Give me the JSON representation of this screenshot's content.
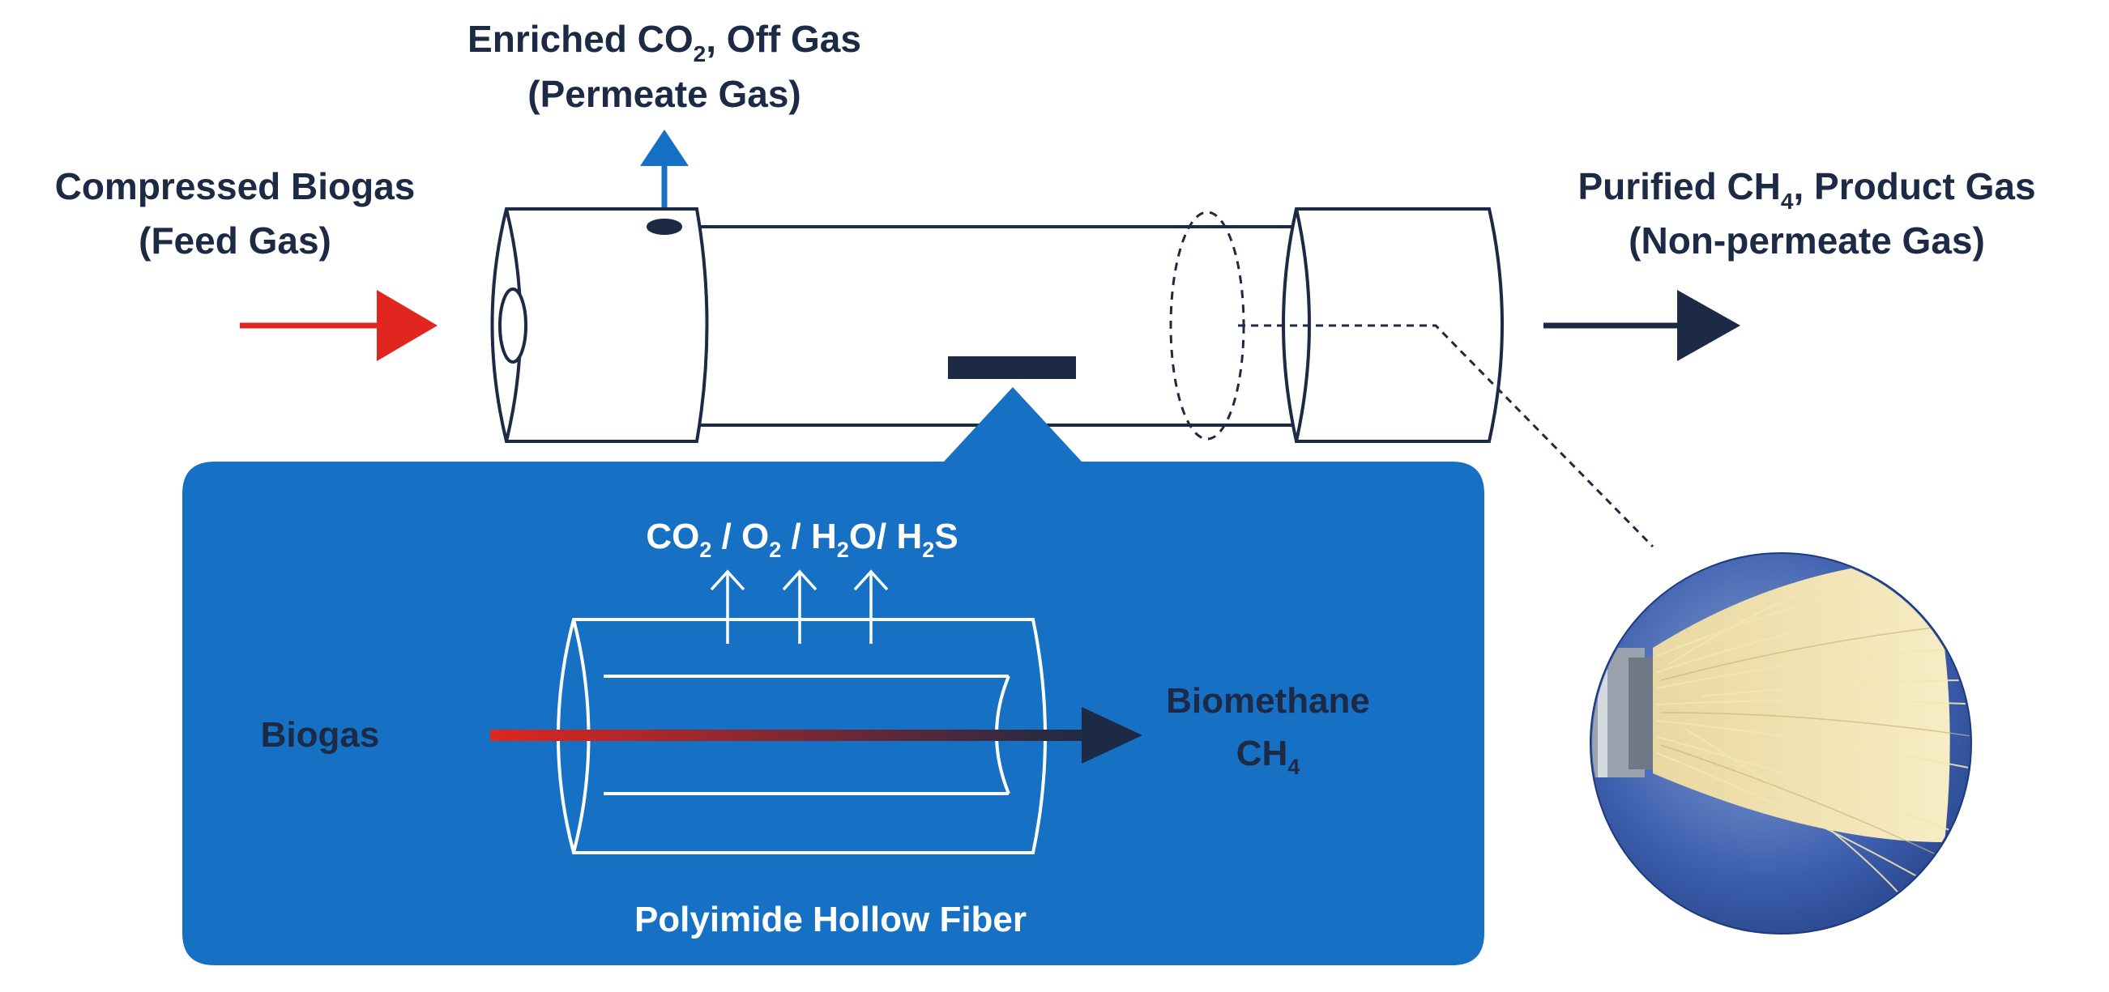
{
  "colors": {
    "navy": "#1d2a45",
    "blue": "#1670c4",
    "red": "#e0261f",
    "white": "#ffffff"
  },
  "labels": {
    "permeate": {
      "line1_a": "Enriched CO",
      "line1_sub": "2",
      "line1_b": ", Off Gas",
      "line2": "(Permeate Gas)"
    },
    "feed": {
      "line1": "Compressed Biogas",
      "line2": "(Feed Gas)"
    },
    "product": {
      "line1_a": "Purified CH",
      "line1_sub": "4",
      "line1_b": ", Product Gas",
      "line2": "(Non-permeate Gas)"
    }
  },
  "panel": {
    "gases": {
      "co2": "CO",
      "co2_sub": "2",
      "sep1": " / ",
      "o2": "O",
      "o2_sub": "2",
      "sep2": " / ",
      "h2o_a": "H",
      "h2o_sub": "2",
      "h2o_b": "O",
      "sep3": "/ ",
      "h2s_a": "H",
      "h2s_sub": "2",
      "h2s_b": "S"
    },
    "inlet": "Biogas",
    "outlet_line1": "Biomethane",
    "outlet_line2_a": "CH",
    "outlet_line2_sub": "4",
    "caption": "Polyimide Hollow Fiber"
  },
  "icons": {
    "feed_arrow": "arrow-right-icon",
    "permeate_arrow": "arrow-up-icon",
    "product_arrow": "arrow-right-icon",
    "fiber_photo": "hollow-fiber-bundle-photo"
  }
}
